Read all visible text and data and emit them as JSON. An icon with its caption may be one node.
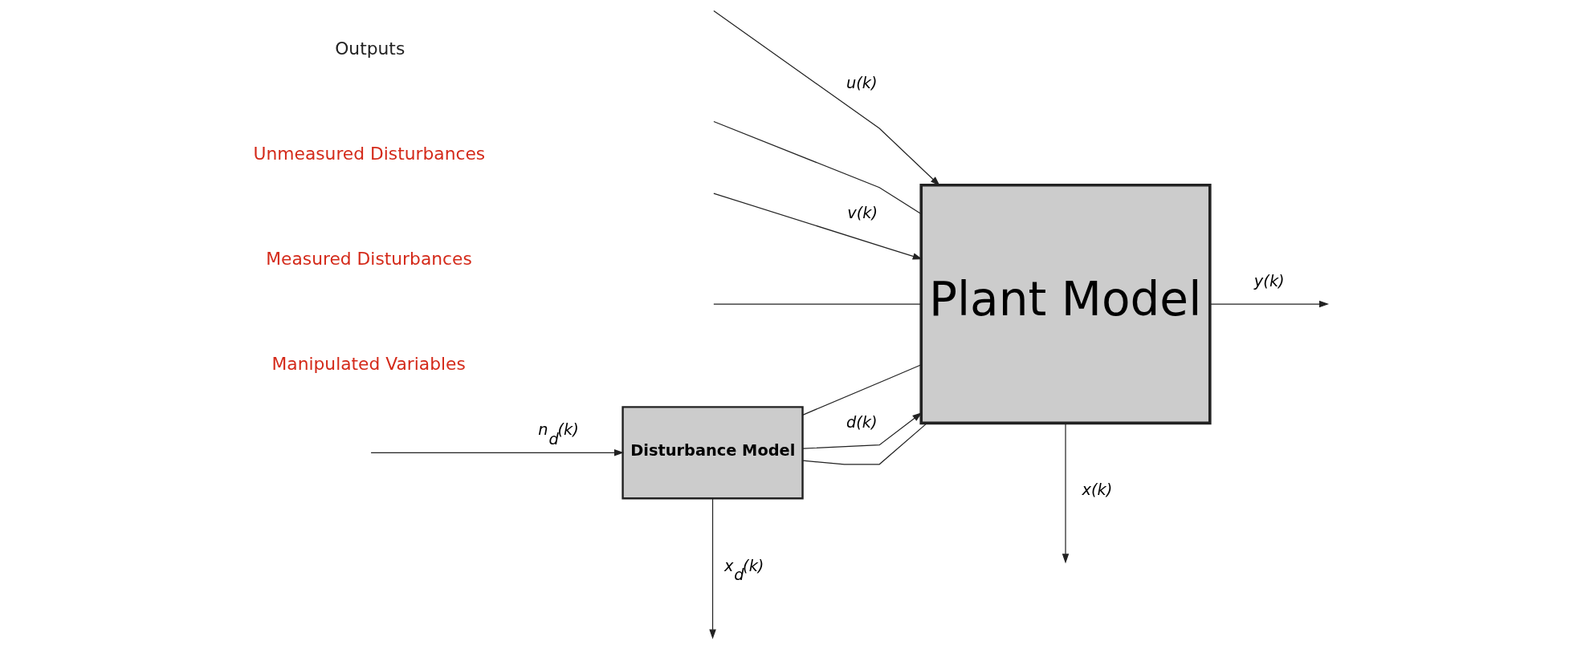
{
  "diagram": {
    "nodes": [
      {
        "text": [
          "Plant Model"
        ]
      },
      {
        "text": [
          "Disturbance Model"
        ]
      }
    ],
    "edges": [
      {
        "from": null,
        "to": 0,
        "arrow": "to",
        "label": "u(k)"
      },
      {
        "from": null,
        "to": 0,
        "arrow": "none"
      },
      {
        "from": null,
        "to": 0,
        "arrow": "to",
        "label": "v(k)"
      },
      {
        "from": null,
        "to": 0,
        "arrow": "none"
      },
      {
        "from": null,
        "to": 1,
        "arrow": "to",
        "label": "n$_{d}$(k)"
      },
      {
        "from": 1,
        "to": 0,
        "arrow": "none"
      },
      {
        "from": 1,
        "to": 0,
        "arrow": "to",
        "label": "d(k)"
      },
      {
        "from": 1,
        "to": 0,
        "arrow": "none"
      },
      {
        "from": 0,
        "to": null,
        "arrow": "to",
        "label": "x(k)"
      },
      {
        "from": 0,
        "to": null,
        "arrow": "to",
        "label": "y(k)"
      },
      {
        "from": 1,
        "to": null,
        "arrow": "to",
        "label": "x$_{d}$(k)"
      }
    ],
    "labels": [
      "Manipulated Variables",
      "Measured Disturbances",
      "Unmeasured Disturbances",
      "Outputs"
    ]
  }
}
